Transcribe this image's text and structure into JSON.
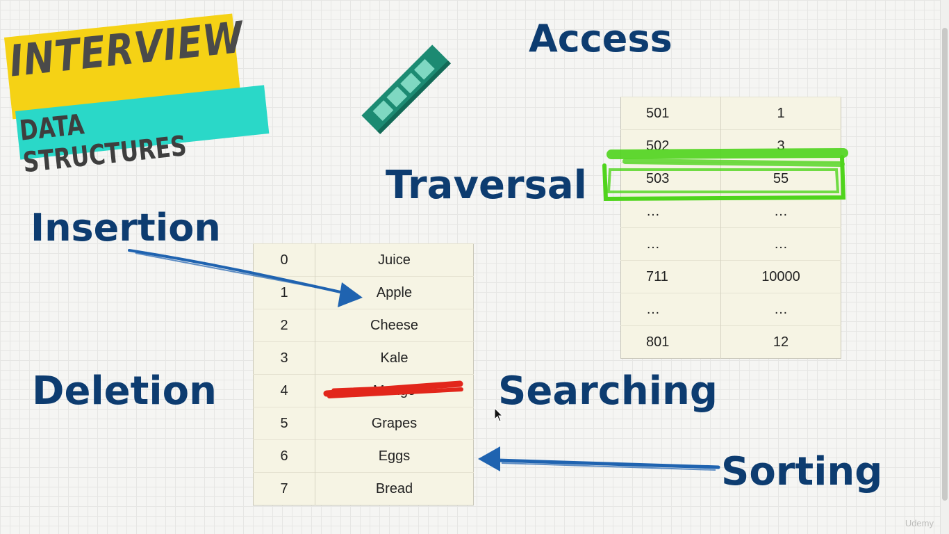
{
  "badge": {
    "line1": "INTERVIEW",
    "line2": "DATA STRUCTURES"
  },
  "labels": {
    "access": "Access",
    "traversal": "Traversal",
    "insertion": "Insertion",
    "deletion": "Deletion",
    "searching": "Searching",
    "sorting": "Sorting"
  },
  "ram_icon": "ram-stick-icon",
  "right_table": {
    "rows": [
      {
        "index": "501",
        "value": "1"
      },
      {
        "index": "502",
        "value": "3"
      },
      {
        "index": "503",
        "value": "55"
      },
      {
        "index": "…",
        "value": "…"
      },
      {
        "index": "…",
        "value": "…"
      },
      {
        "index": "711",
        "value": "10000"
      },
      {
        "index": "…",
        "value": "…"
      },
      {
        "index": "801",
        "value": "12"
      }
    ]
  },
  "left_table": {
    "rows": [
      {
        "index": "0",
        "value": "Juice"
      },
      {
        "index": "1",
        "value": "Apple"
      },
      {
        "index": "2",
        "value": "Cheese"
      },
      {
        "index": "3",
        "value": "Kale"
      },
      {
        "index": "4",
        "value": "Mango"
      },
      {
        "index": "5",
        "value": "Grapes"
      },
      {
        "index": "6",
        "value": "Eggs"
      },
      {
        "index": "7",
        "value": "Bread"
      }
    ]
  },
  "colors": {
    "label_blue": "#0d3c70",
    "arrow_blue": "#1f63b0",
    "highlight_green": "#4fd41c",
    "strike_red": "#e2261b",
    "badge_yellow": "#f5d215",
    "badge_teal": "#2ad8c8"
  },
  "watermark": "Udemy"
}
